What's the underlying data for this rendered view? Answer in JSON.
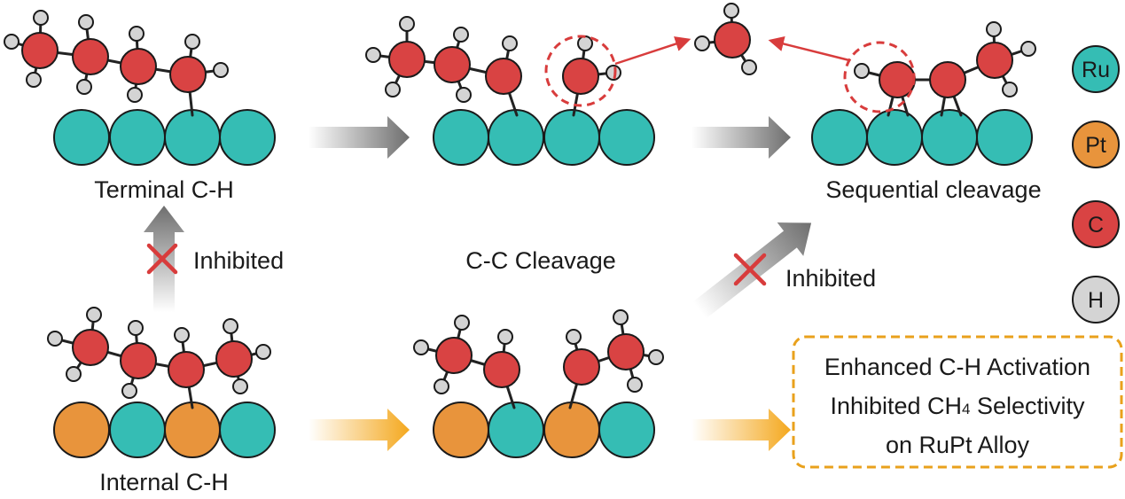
{
  "labels": {
    "terminal_ch": "Terminal C-H",
    "internal_ch": "Internal C-H",
    "cc_cleavage": "C-C Cleavage",
    "sequential_cleavage": "Sequential cleavage",
    "inhibited_vertical": "Inhibited",
    "inhibited_diagonal": "Inhibited"
  },
  "summary_box": {
    "line1": "Enhanced C-H Activation",
    "line2_prefix": "Inhibited CH",
    "line2_sub": "4",
    "line2_suffix": " Selectivity",
    "line3": "on RuPt Alloy"
  },
  "legend": [
    {
      "symbol": "Ru",
      "color": "#35bdb4"
    },
    {
      "symbol": "Pt",
      "color": "#e8943c"
    },
    {
      "symbol": "C",
      "color": "#d94343"
    },
    {
      "symbol": "H",
      "color": "#d4d4d4"
    }
  ],
  "colors": {
    "ru": "#35bdb4",
    "pt": "#e8943c",
    "carbon": "#d94343",
    "hydrogen": "#d4d4d4",
    "gray_arrow": "#6e6e6e",
    "orange_arrow": "#f4a81e",
    "red_highlight": "#d83c3c",
    "box_border": "#e9a11c"
  }
}
